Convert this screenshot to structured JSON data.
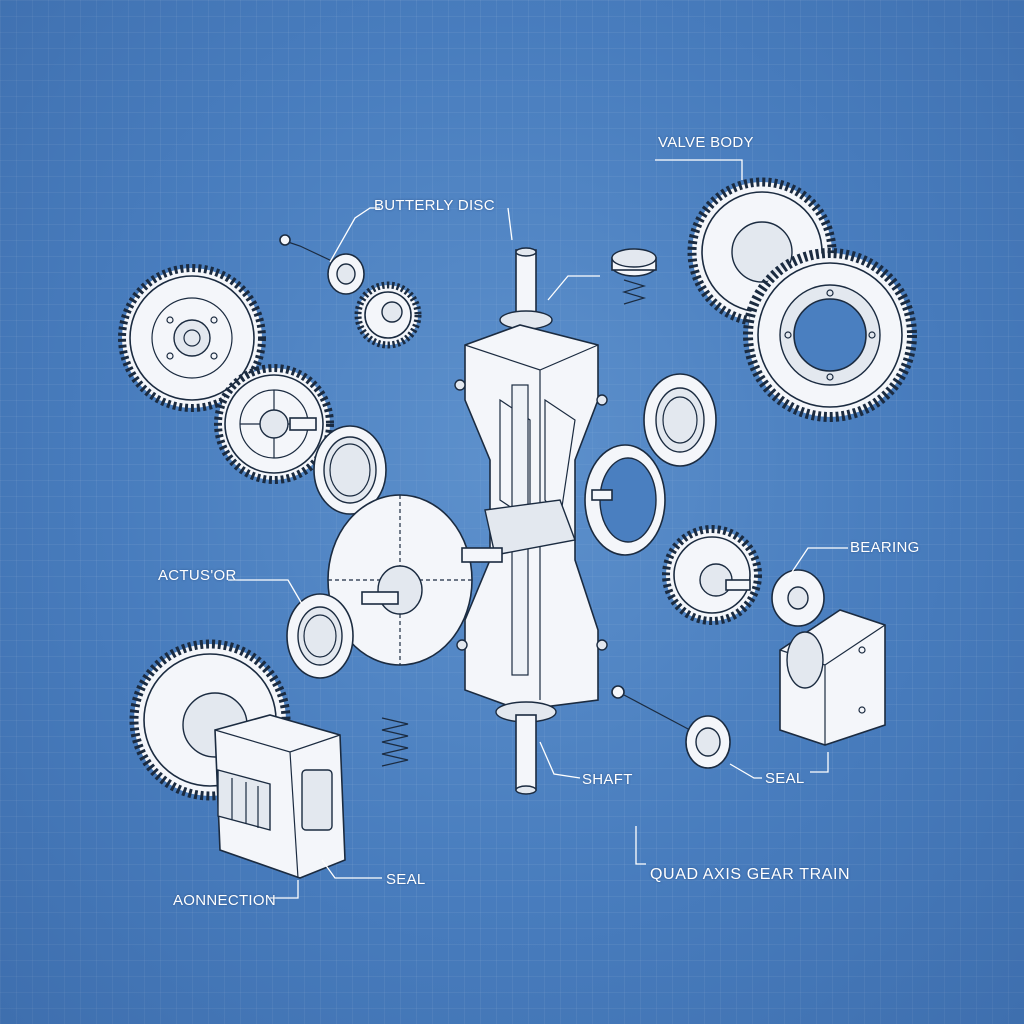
{
  "labels": {
    "valve_body": "VALVE BODY",
    "butterfly_disc": "BUTTERLY DISC",
    "bearing": "BEARING",
    "actuator": "ACTUS'OR",
    "shaft": "SHAFT",
    "seal_right": "SEAL",
    "seal_left": "SEAL",
    "connection": "AONNECTION",
    "title": "QUAD AXIS GEAR TRAIN"
  },
  "colors": {
    "blueprint_background": "#4a7fc0",
    "line_ink": "#1b2b40",
    "part_fill": "#f4f6fa",
    "label_text": "#ffffff"
  }
}
